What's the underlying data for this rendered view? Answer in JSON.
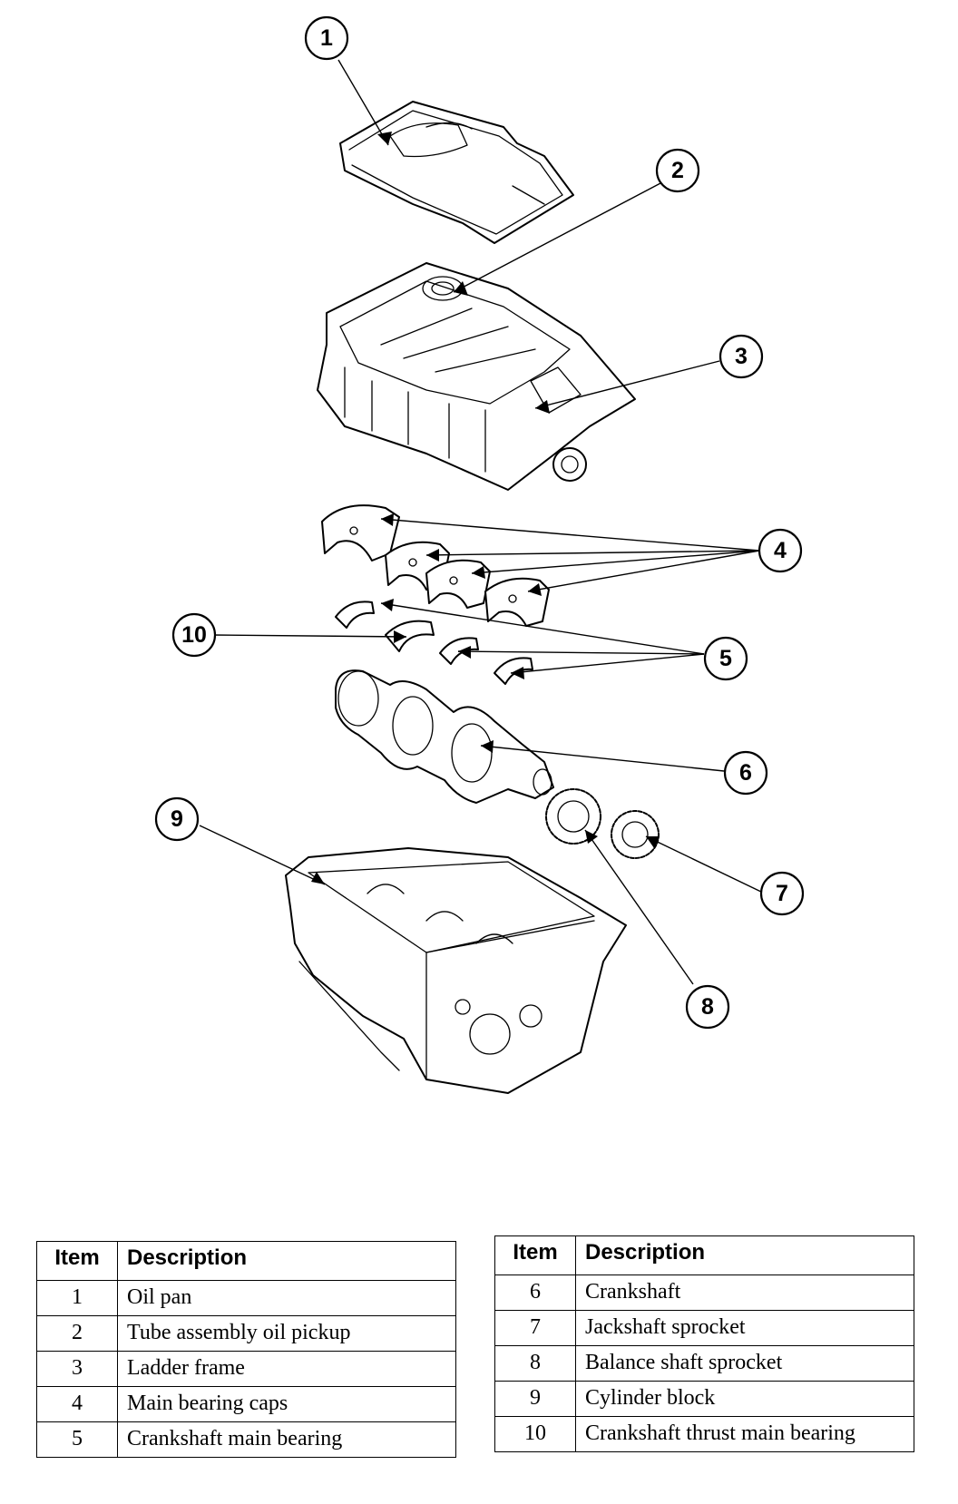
{
  "callouts": [
    "1",
    "2",
    "3",
    "4",
    "5",
    "6",
    "7",
    "8",
    "9",
    "10"
  ],
  "legend": {
    "header_item": "Item",
    "header_description": "Description",
    "left_rows": [
      {
        "item": "1",
        "description": "Oil pan"
      },
      {
        "item": "2",
        "description": "Tube assembly oil pickup"
      },
      {
        "item": "3",
        "description": "Ladder frame"
      },
      {
        "item": "4",
        "description": "Main bearing caps"
      },
      {
        "item": "5",
        "description": "Crankshaft main bearing"
      }
    ],
    "right_rows": [
      {
        "item": "6",
        "description": "Crankshaft"
      },
      {
        "item": "7",
        "description": "Jackshaft sprocket"
      },
      {
        "item": "8",
        "description": "Balance shaft sprocket"
      },
      {
        "item": "9",
        "description": "Cylinder block"
      },
      {
        "item": "10",
        "description": "Crankshaft thrust main bearing"
      }
    ]
  }
}
